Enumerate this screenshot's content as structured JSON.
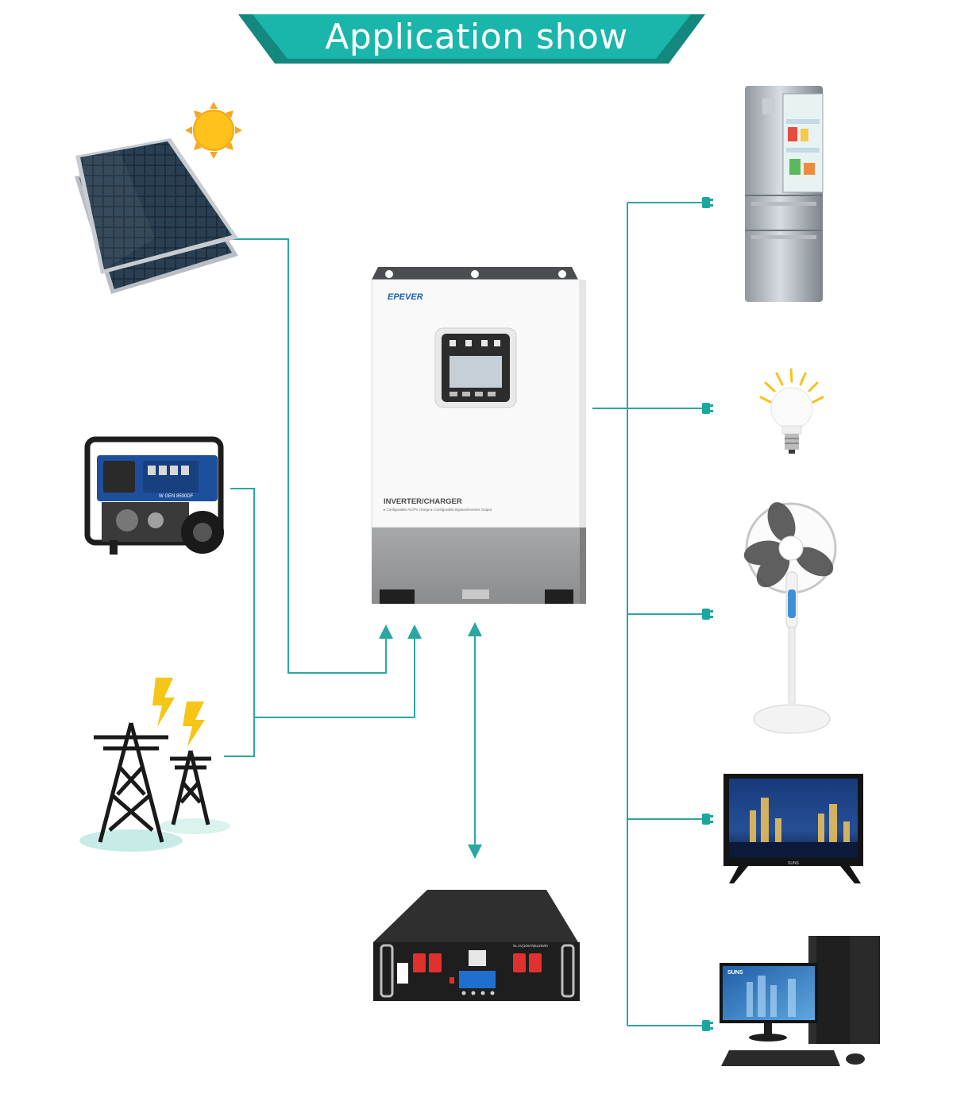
{
  "banner": {
    "title": "Application show"
  },
  "inverter": {
    "brand": "EPEVER",
    "model_label": "INVERTER/CHARGER",
    "features": "▸ Configurable AC/PV charge  ▸ Configurable Bypass/Inverter Output"
  },
  "battery": {
    "spec": "51.2V|100Ah|5120Wh"
  },
  "generator": {
    "brand": "W GEN 8500DF"
  },
  "tv": {
    "brand": "SUNS"
  },
  "computer": {
    "brand": "SUNS"
  },
  "colors": {
    "accent": "#1aa7a0",
    "line": "#2aa7a2",
    "bannerDark": "#14877f",
    "batteryRed": "#e0312d",
    "generatorBlue": "#1e4f9c"
  },
  "icons": {
    "solar": "solar-panel-icon",
    "sun": "sun-icon",
    "generator": "generator-icon",
    "grid": "power-tower-icon",
    "lightning": "lightning-icon",
    "inverter": "inverter-device",
    "battery": "battery-rack-icon",
    "fridge": "refrigerator-icon",
    "bulb": "light-bulb-icon",
    "fan": "stand-fan-icon",
    "tv": "television-icon",
    "pc": "desktop-computer-icon",
    "plug": "plug-icon"
  }
}
